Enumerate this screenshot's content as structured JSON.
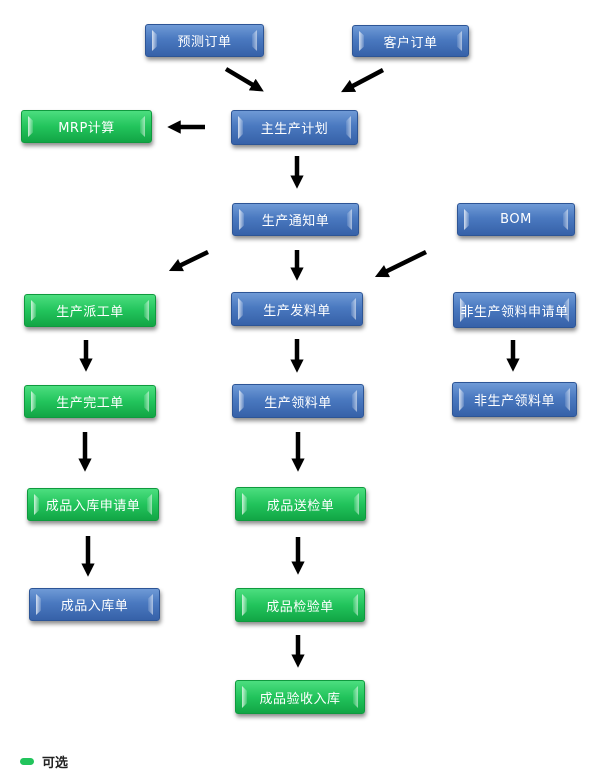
{
  "colors": {
    "primary": "#4a79c0",
    "optional": "#22c45c",
    "arrow": "#000000"
  },
  "nodes": {
    "forecast_order": "预测订单",
    "customer_order": "客户订单",
    "mrp_calc": "MRP计算",
    "master_plan": "主生产计划",
    "prod_notice": "生产通知单",
    "bom": "BOM",
    "prod_dispatch": "生产派工单",
    "prod_issue": "生产发料单",
    "nonprod_request": "非生产领料申请单",
    "prod_complete": "生产完工单",
    "prod_requisition": "生产领料单",
    "nonprod_requisition": "非生产领料单",
    "fg_stockin_request": "成品入库申请单",
    "fg_inspect_send": "成品送检单",
    "fg_stockin": "成品入库单",
    "fg_inspection": "成品检验单",
    "fg_accept_stockin": "成品验收入库"
  },
  "legend": {
    "label": "可选",
    "color": "#22c45c"
  }
}
